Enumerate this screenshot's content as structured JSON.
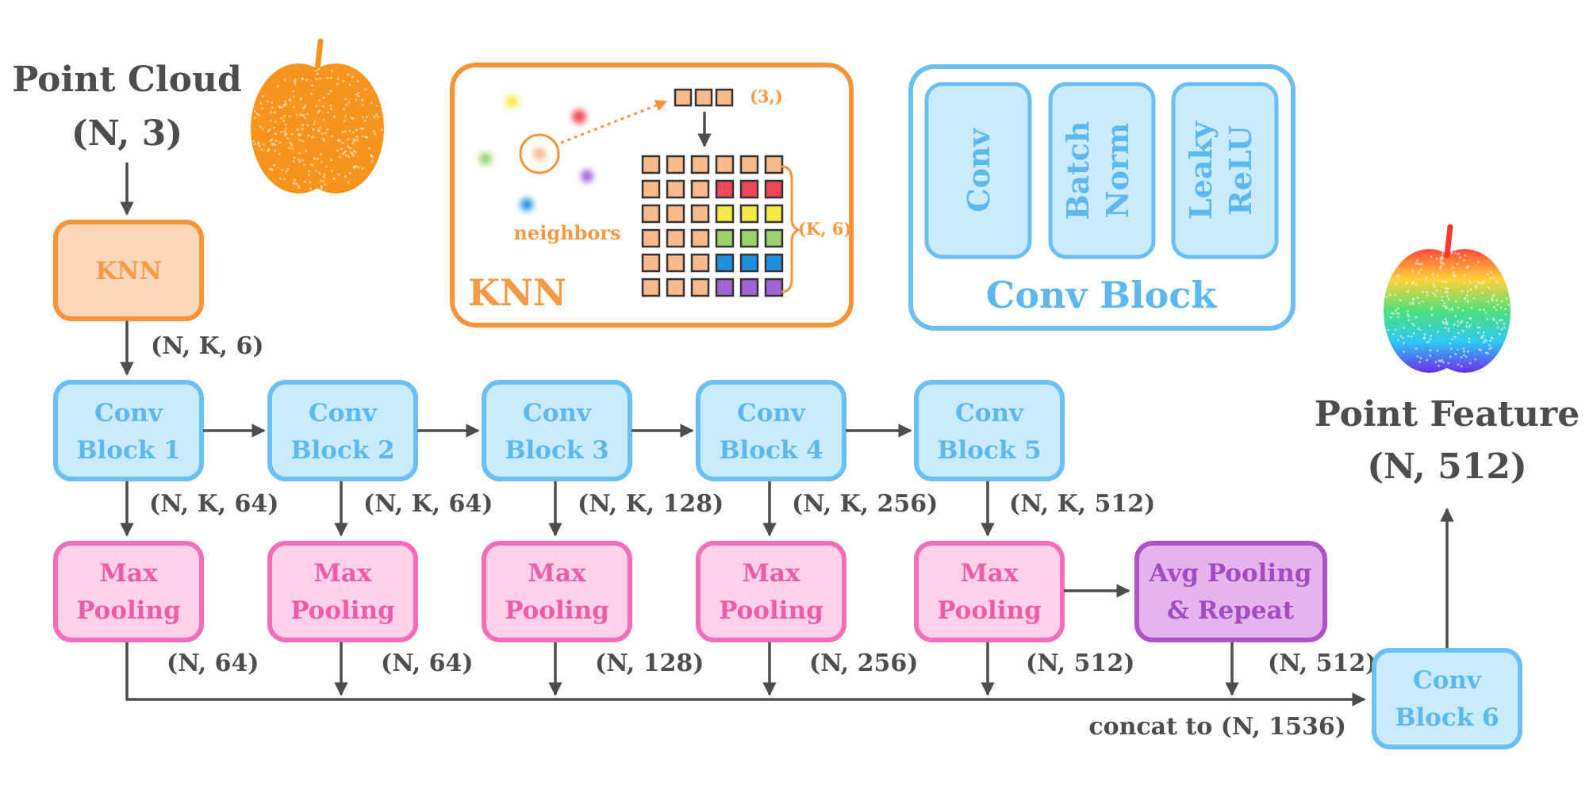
{
  "colors": {
    "orange": "#f7943a",
    "orange_fill": "#fcd6b8",
    "blue": "#6cbff3",
    "blue_fill": "#c9ebfb",
    "pink": "#f46db8",
    "pink_fill": "#fcd1e9",
    "purple": "#ad52c9",
    "purple_fill": "#e5b3ee",
    "gray": "#4d4d4d"
  },
  "input": {
    "title": "Point Cloud",
    "shape": "(N, 3)"
  },
  "knn_node": {
    "label": "KNN",
    "out_shape": "(N, K, 6)"
  },
  "knn_legend": {
    "title": "KNN",
    "neighbors_label": "neighbors",
    "center_shape": "(3,)",
    "grid_shape": "(K, 6)"
  },
  "conv_legend": {
    "title": "Conv Block",
    "parts": [
      {
        "line1": "Conv",
        "line2": ""
      },
      {
        "line1": "Batch",
        "line2": "Norm"
      },
      {
        "line1": "Leaky",
        "line2": "ReLU"
      }
    ]
  },
  "conv_blocks": [
    {
      "line1": "Conv",
      "line2": "Block 1",
      "out_shape": "(N, K, 64)"
    },
    {
      "line1": "Conv",
      "line2": "Block 2",
      "out_shape": "(N, K, 64)"
    },
    {
      "line1": "Conv",
      "line2": "Block 3",
      "out_shape": "(N, K, 128)"
    },
    {
      "line1": "Conv",
      "line2": "Block 4",
      "out_shape": "(N, K, 256)"
    },
    {
      "line1": "Conv",
      "line2": "Block 5",
      "out_shape": "(N, K, 512)"
    }
  ],
  "max_pools": [
    {
      "line1": "Max",
      "line2": "Pooling",
      "out_shape": "(N, 64)"
    },
    {
      "line1": "Max",
      "line2": "Pooling",
      "out_shape": "(N, 64)"
    },
    {
      "line1": "Max",
      "line2": "Pooling",
      "out_shape": "(N, 128)"
    },
    {
      "line1": "Max",
      "line2": "Pooling",
      "out_shape": "(N, 256)"
    },
    {
      "line1": "Max",
      "line2": "Pooling",
      "out_shape": "(N, 512)"
    }
  ],
  "avg_pool": {
    "line1": "Avg Pooling",
    "line2": "& Repeat",
    "out_shape": "(N, 512)"
  },
  "concat_label": "concat to (N, 1536)",
  "conv_block_6": {
    "line1": "Conv",
    "line2": "Block 6"
  },
  "output": {
    "title": "Point Feature",
    "shape": "(N, 512)"
  }
}
